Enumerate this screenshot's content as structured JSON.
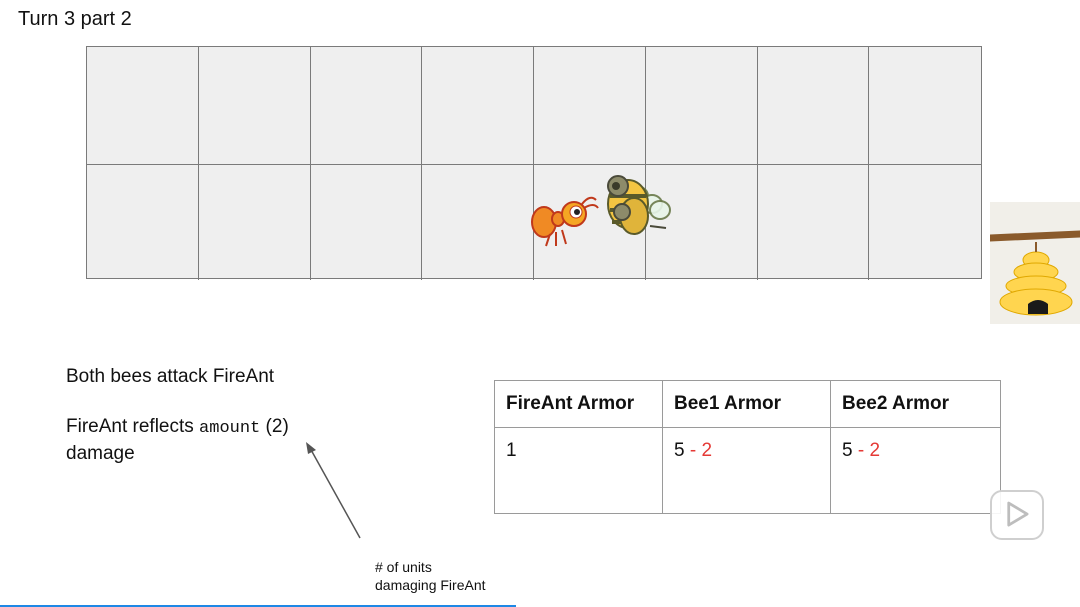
{
  "slide": {
    "title": "Turn 3 part 2"
  },
  "notes": {
    "line1": "Both bees attack FireAnt",
    "line2_prefix": "FireAnt reflects ",
    "line2_code": "amount",
    "line2_suffix": " (2)",
    "line3": "damage"
  },
  "annotation": {
    "line1": "# of units",
    "line2": "damaging FireAnt"
  },
  "table": {
    "headers": [
      "FireAnt Armor",
      "Bee1 Armor",
      "Bee2 Armor"
    ],
    "fireant": "1",
    "bee1_base": "5",
    "bee1_delta": " - 2",
    "bee2_base": "5",
    "bee2_delta": " - 2"
  },
  "colors": {
    "highlight": "#e53935",
    "grid_bg": "#efefef",
    "progress": "#1e88e5"
  },
  "icons": [
    "fire-ant-icon",
    "bee-icon",
    "beehive-icon",
    "play-icon"
  ]
}
